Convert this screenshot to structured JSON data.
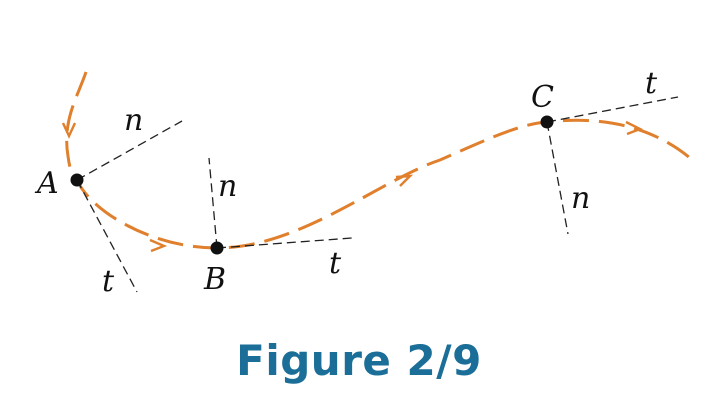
{
  "figure": {
    "caption": "Figure 2/9",
    "caption_color": "#1a6e97",
    "path_color": "#e07f2c",
    "point_color": "#111111",
    "axis_color": "#222222"
  },
  "points": {
    "A": {
      "label": "A",
      "normal_label": "n",
      "tangent_label": "t"
    },
    "B": {
      "label": "B",
      "normal_label": "n",
      "tangent_label": "t"
    },
    "C": {
      "label": "C",
      "normal_label": "n",
      "tangent_label": "t"
    }
  }
}
